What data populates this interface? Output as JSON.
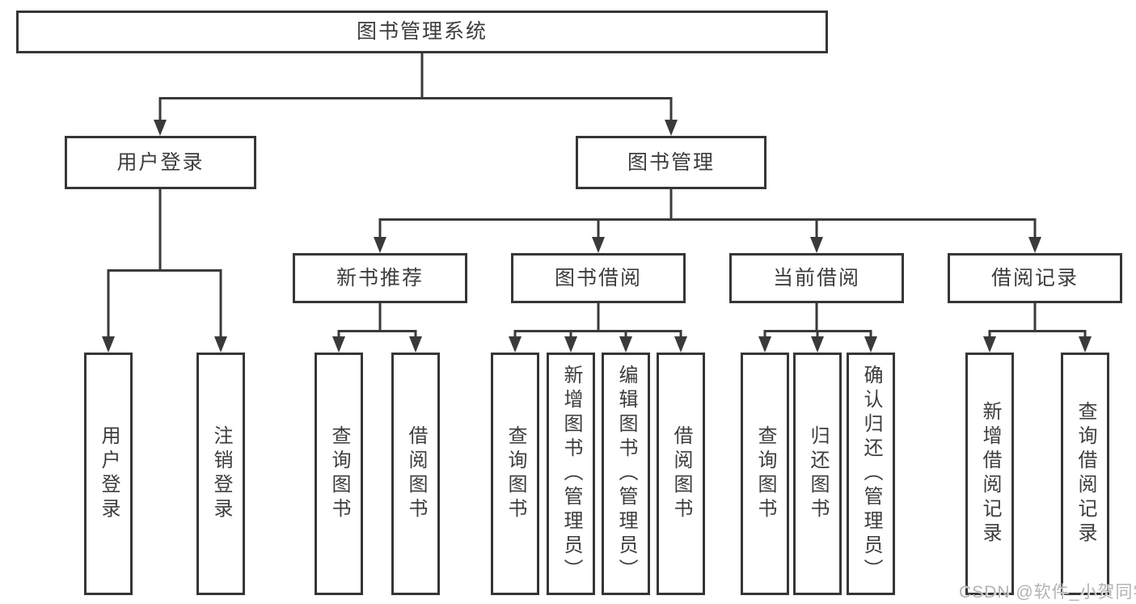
{
  "diagram": {
    "root": {
      "label": "图书管理系统"
    },
    "branches": [
      {
        "label": "用户登录",
        "children": [
          {
            "label": "用户登录"
          },
          {
            "label": "注销登录"
          }
        ]
      },
      {
        "label": "图书管理",
        "children": [
          {
            "label": "新书推荐",
            "children": [
              {
                "label": "查询图书"
              },
              {
                "label": "借阅图书"
              }
            ]
          },
          {
            "label": "图书借阅",
            "children": [
              {
                "label": "查询图书"
              },
              {
                "label": "新增图书（管理员）"
              },
              {
                "label": "编辑图书（管理员）"
              },
              {
                "label": "借阅图书"
              }
            ]
          },
          {
            "label": "当前借阅",
            "children": [
              {
                "label": "查询图书"
              },
              {
                "label": "归还图书"
              },
              {
                "label": "确认归还（管理员）"
              }
            ]
          },
          {
            "label": "借阅记录",
            "children": [
              {
                "label": "新增借阅记录"
              },
              {
                "label": "查询借阅记录"
              }
            ]
          }
        ]
      }
    ]
  },
  "watermark": {
    "text": "CSDN @软件_小贺同学"
  },
  "colors": {
    "line": "#3a3a3a",
    "border": "#363636",
    "text": "#3d3d3d",
    "watermark": "#b3b3b3",
    "background": "#ffffff"
  }
}
